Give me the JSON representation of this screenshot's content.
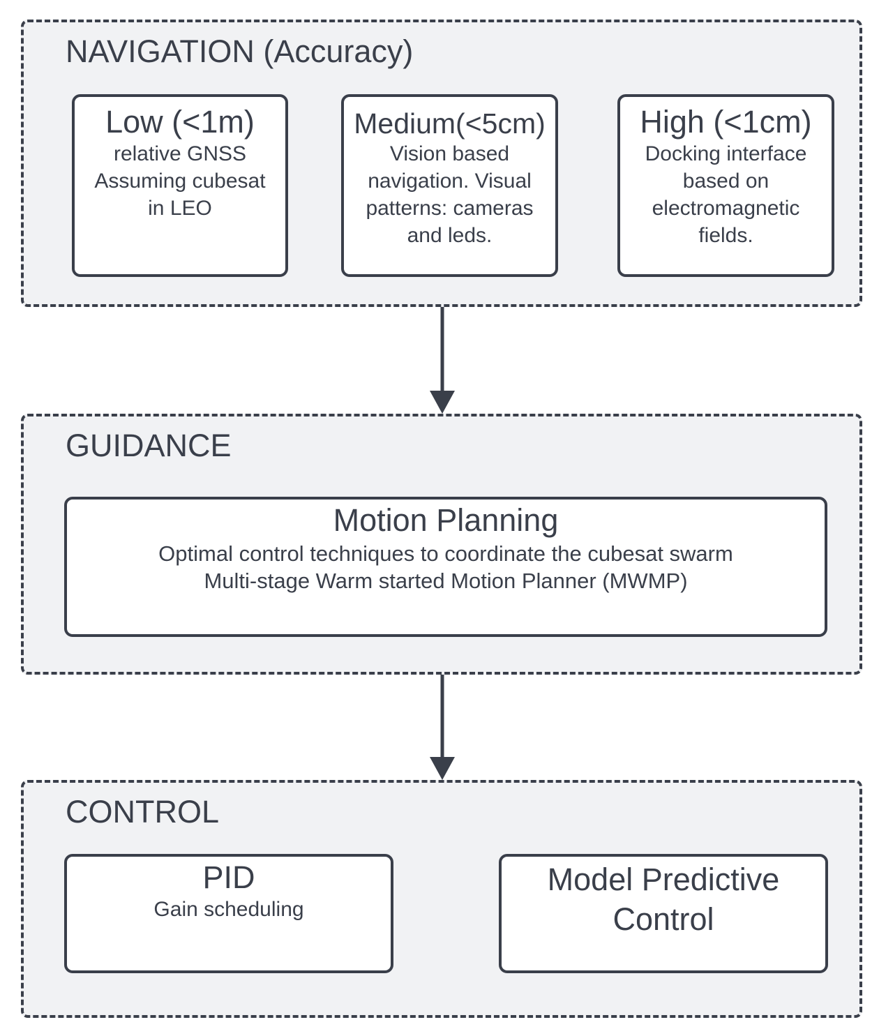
{
  "navigation": {
    "title": "NAVIGATION (Accuracy)",
    "boxes": [
      {
        "title": "Low (<1m)",
        "lines": [
          "relative GNSS",
          "Assuming cubesat",
          "in LEO"
        ]
      },
      {
        "title": "Medium(<5cm)",
        "lines": [
          "Vision based",
          "navigation. Visual",
          "patterns: cameras",
          "and leds."
        ]
      },
      {
        "title": "High (<1cm)",
        "lines": [
          "Docking interface",
          "based on",
          "electromagnetic",
          "fields."
        ]
      }
    ]
  },
  "guidance": {
    "title": "GUIDANCE",
    "box": {
      "title": "Motion Planning",
      "lines": [
        "Optimal control techniques to coordinate the cubesat swarm",
        "Multi-stage Warm started Motion Planner (MWMP)"
      ]
    }
  },
  "control": {
    "title": "CONTROL",
    "boxes": [
      {
        "title": "PID",
        "lines": [
          "Gain scheduling"
        ]
      },
      {
        "title_lines": [
          "Model Predictive",
          "Control"
        ]
      }
    ]
  },
  "colors": {
    "stroke": "#3a3f4a",
    "group_fill": "#f1f2f4",
    "node_fill": "#ffffff"
  }
}
